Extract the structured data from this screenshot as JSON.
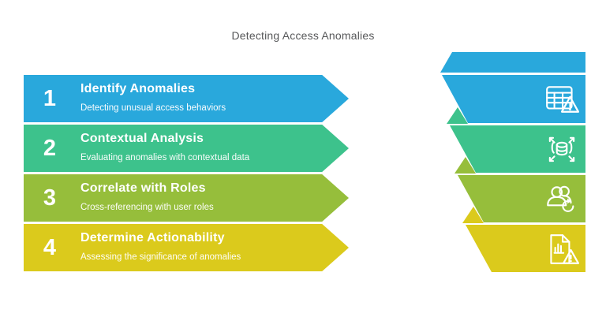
{
  "title": "Detecting Access Anomalies",
  "steps": [
    {
      "number": "1",
      "title": "Identify Anomalies",
      "subtitle": "Detecting unusual access behaviors",
      "color": "#29a8dc",
      "icon": "table-warning-icon"
    },
    {
      "number": "2",
      "title": "Contextual Analysis",
      "subtitle": "Evaluating anomalies with contextual data",
      "color": "#3dc28c",
      "icon": "database-expand-icon"
    },
    {
      "number": "3",
      "title": "Correlate with Roles",
      "subtitle": "Cross-referencing with user roles",
      "color": "#96be3b",
      "icon": "users-sync-icon"
    },
    {
      "number": "4",
      "title": "Determine Actionability",
      "subtitle": "Assessing the significance of anomalies",
      "color": "#dbca1c",
      "icon": "document-chart-warning-icon"
    }
  ],
  "colors": {
    "background": "#ffffff",
    "title_text": "#57585a",
    "banner_text": "#ffffff",
    "icon_stroke": "#ffffff"
  }
}
